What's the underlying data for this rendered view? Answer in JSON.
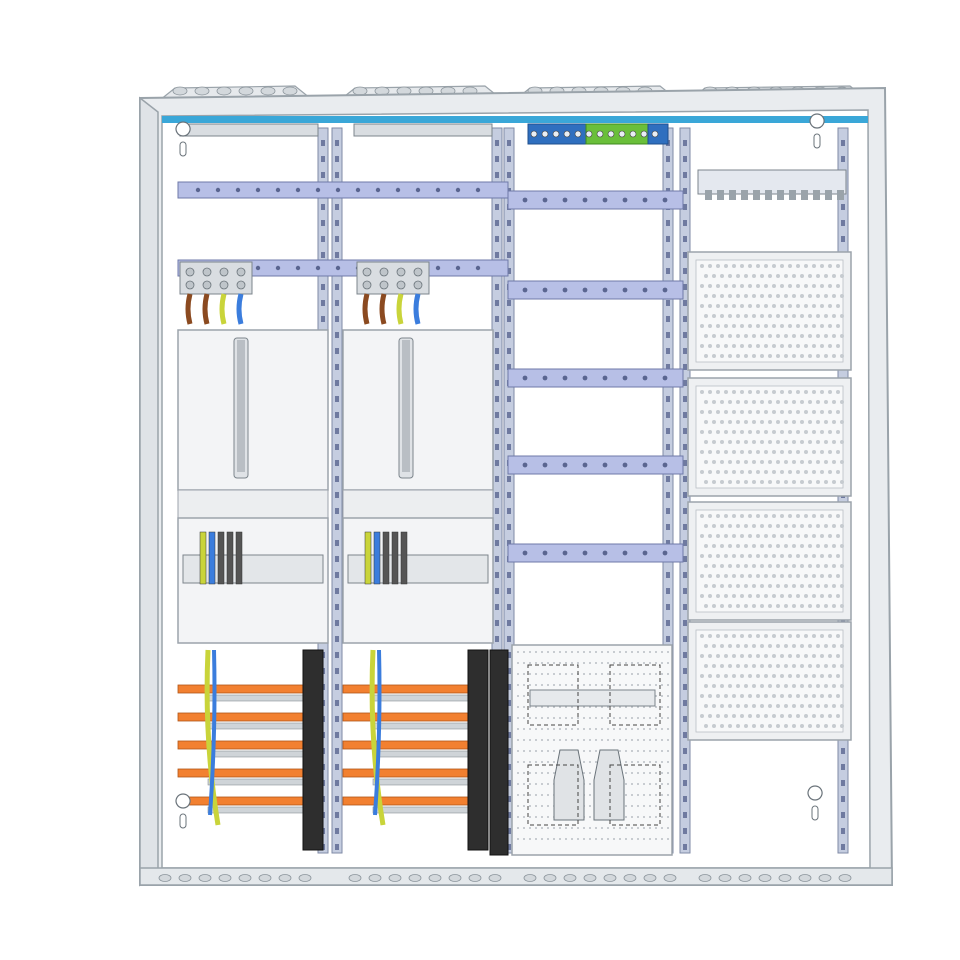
{
  "image": {
    "subject": "electrical-distribution-cabinet",
    "background_color": "#ffffff"
  },
  "colors": {
    "frame": "#e9ecef",
    "frame_edge": "#9aa3aa",
    "frame_shadow": "#c7cdd2",
    "interior": "#ffffff",
    "rail_blue_grey": "#b7bfe6",
    "rail_edge": "#6f7aa8",
    "post": "#c5cde0",
    "panel": "#f3f4f6",
    "panel_edge": "#9ca3ab",
    "perforated_panel": "#eef0f2",
    "busbar_orange": "#f28030",
    "busbar_grey": "#cfd4d8",
    "terminal_black": "#2e2e2e",
    "wire_brown": "#8b4a20",
    "wire_blue": "#3b7ddd",
    "wire_yellow_green": "#c9d43a",
    "terminal_block_blue": "#2f6fbf",
    "terminal_block_green": "#6abf3a",
    "top_accent_blue": "#3aa7d8"
  },
  "zones": [
    {
      "name": "meter-zone-left",
      "contains": "meter-panel"
    },
    {
      "name": "meter-zone-right",
      "contains": "meter-panel"
    },
    {
      "name": "din-rail-zone",
      "contains": "din-rails"
    },
    {
      "name": "patch-field-zone",
      "contains": "perforated-panels"
    }
  ],
  "details": {
    "din_rail_count": 5,
    "perforated_panel_count": 4,
    "busbar_rows": 5
  }
}
